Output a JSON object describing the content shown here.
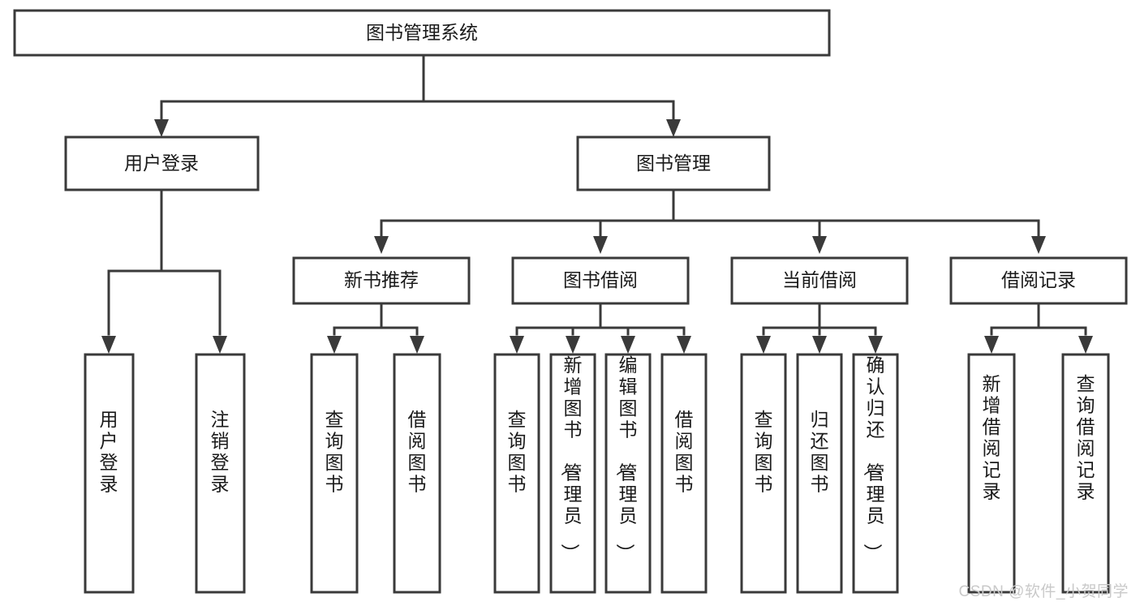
{
  "diagram": {
    "title": "图书管理系统",
    "type": "hierarchy-tree",
    "root": {
      "label": "图书管理系统"
    },
    "level2": [
      {
        "label": "用户登录"
      },
      {
        "label": "图书管理"
      }
    ],
    "level3": [
      {
        "label": "新书推荐"
      },
      {
        "label": "图书借阅"
      },
      {
        "label": "当前借阅"
      },
      {
        "label": "借阅记录"
      }
    ],
    "leaves_user_login": [
      {
        "label": "用户登录"
      },
      {
        "label": "注销登录"
      }
    ],
    "leaves_new_book": [
      {
        "label": "查询图书"
      },
      {
        "label": "借阅图书"
      }
    ],
    "leaves_borrow": [
      {
        "label": "查询图书"
      },
      {
        "label": "新增图书（管理员）"
      },
      {
        "label": "编辑图书（管理员）"
      },
      {
        "label": "借阅图书"
      }
    ],
    "leaves_current": [
      {
        "label": "查询图书"
      },
      {
        "label": "归还图书"
      },
      {
        "label": "确认归还（管理员）"
      }
    ],
    "leaves_record": [
      {
        "label": "新增借阅记录"
      },
      {
        "label": "查询借阅记录"
      }
    ]
  },
  "watermark": {
    "text": "CSDN @软件_小贺同学"
  },
  "colors": {
    "stroke": "#3a3a3a",
    "box_fill": "#ffffff",
    "text": "#1a1a1a",
    "watermark": "#c9c9c9",
    "background": "#ffffff"
  }
}
